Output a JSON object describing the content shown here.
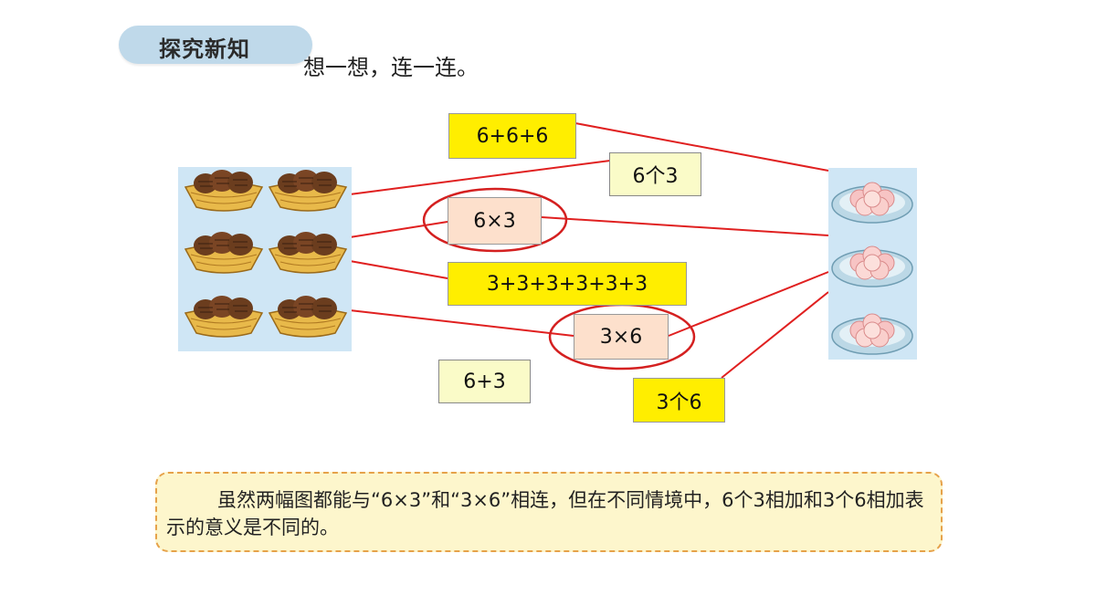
{
  "header": {
    "title": "探究新知"
  },
  "instruction": "想一想，连一连。",
  "expressions": {
    "e1": "6+6+6",
    "e2": "6个3",
    "e3": "6×3",
    "e4": "3+3+3+3+3+3",
    "e5": "3×6",
    "e6": "6+3",
    "e7": "3个6"
  },
  "pictures": {
    "left": "pinecone-baskets",
    "right": "peach-plates"
  },
  "colors": {
    "line": "#e02020",
    "circle": "#d42020",
    "yellow": "#ffee00",
    "pale": "#fafbc8",
    "peach": "#fde0cc",
    "note_border": "#e6a24a",
    "note_bg": "#fdf6cc"
  },
  "note": {
    "text": "虽然两幅图都能与“6×3”和“3×6”相连，但在不同情境中，6个3相加和3个6相加表示的意义是不同的。"
  }
}
